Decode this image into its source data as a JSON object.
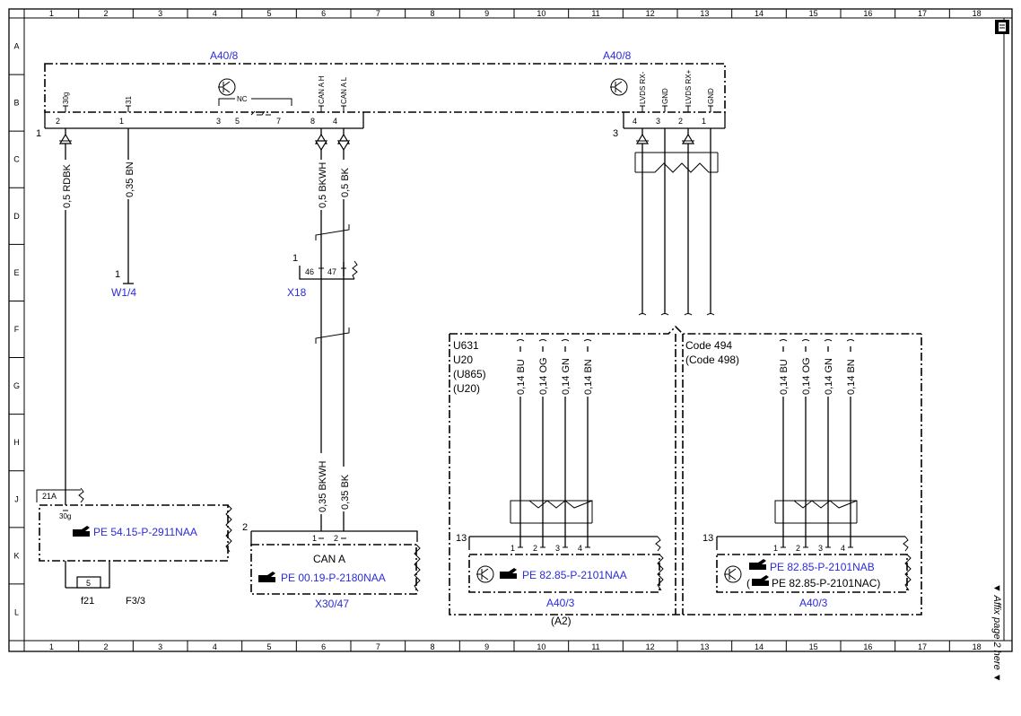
{
  "grid": {
    "columns": [
      "1",
      "2",
      "3",
      "4",
      "5",
      "6",
      "7",
      "8",
      "9",
      "10",
      "11",
      "12",
      "13",
      "14",
      "15",
      "16",
      "17",
      "18"
    ],
    "rows": [
      "A",
      "B",
      "C",
      "D",
      "E",
      "F",
      "G",
      "H",
      "J",
      "K",
      "L"
    ]
  },
  "modules": {
    "a40_8_left": "A40/8",
    "a40_8_right": "A40/8",
    "pin_labels": [
      "30g",
      "31",
      "NC",
      "CAN A H",
      "CAN A L",
      "LVDS RX-",
      "GND",
      "LVDS RX+",
      "GND"
    ],
    "pin_numbers_left": [
      "2",
      "1",
      "3",
      "5",
      "7",
      "8",
      "4"
    ],
    "pin_numbers_right": [
      "4",
      "3",
      "2",
      "1"
    ],
    "connector_1": "1",
    "connector_3": "3"
  },
  "wires": {
    "rdbk": "0,5 RDBK",
    "bn": "0,35 BN",
    "bkwh_top": "0,5 BKWH",
    "bk_top": "0,5 BK",
    "bkwh_bottom": "0,35 BKWH",
    "bk_bottom": "0,35 BK",
    "bu": "0,14 BU",
    "og": "0,14 OG",
    "gn": "0,14 GN",
    "bn_small": "0,14 BN"
  },
  "ground": {
    "pin": "1",
    "label": "W1/4"
  },
  "x18": {
    "pin": "1",
    "p46": "46",
    "p47": "47",
    "label": "X18"
  },
  "fuse": {
    "pin_21a": "21A",
    "pin_30g": "30g",
    "ref": "PE 54.15-P-2911NAA",
    "fuse_number": "5",
    "fuse_name": "f21",
    "box_label": "F3/3"
  },
  "x30": {
    "connector": "2",
    "p1": "1",
    "p2": "2",
    "title": "CAN A",
    "ref": "PE 00.19-P-2180NAA",
    "label": "X30/47"
  },
  "group_left": {
    "codes": [
      "U631",
      "U20",
      "(U865)",
      "(U20)"
    ],
    "connector": "13",
    "pins": [
      "1",
      "2",
      "3",
      "4"
    ],
    "ref": "PE 82.85-P-2101NAA",
    "label": "A40/3",
    "sublabel": "(A2)"
  },
  "group_right": {
    "codes": [
      "Code 494",
      "(Code 498)"
    ],
    "connector": "13",
    "pins": [
      "1",
      "2",
      "3",
      "4"
    ],
    "ref1": "PE 82.85-P-2101NAB",
    "ref2": "PE 82.85-P-2101NAC)",
    "paren": "(",
    "label": "A40/3"
  },
  "margin_note": "▼ Affix page 2 here ▼",
  "colors": {
    "link_blue": "#2b2bdc",
    "line": "#000000",
    "background": "#ffffff"
  }
}
